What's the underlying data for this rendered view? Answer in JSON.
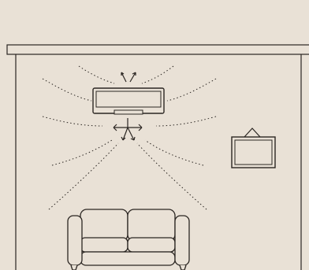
{
  "scene": {
    "background_color": "#e9e1d6",
    "line_color": "#2b2622",
    "wall_color": "#e9e1d6",
    "elements": [
      "ceiling-beam",
      "wall-outline",
      "air-conditioner",
      "airflow-arrows",
      "airflow-dotted-lines",
      "picture-frame",
      "sofa"
    ]
  }
}
